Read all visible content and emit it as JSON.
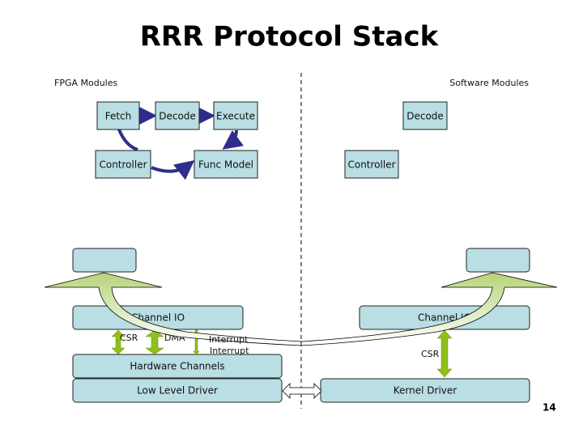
{
  "title": "RRR Protocol Stack",
  "fpga": {
    "heading": "FPGA Modules",
    "fetch": "Fetch",
    "decode": "Decode",
    "execute": "Execute",
    "controller": "Controller",
    "func_model": "Func Model",
    "channel_io": "Channel IO",
    "csr": "CSR",
    "dma": "DMA",
    "interrupt_hidden": "Interrupt",
    "interrupt": "Interrupt",
    "hardware_channels": "Hardware Channels",
    "low_level_driver": "Low Level Driver"
  },
  "software": {
    "heading": "Software Modules",
    "decode": "Decode",
    "controller": "Controller",
    "channel_io": "Channel IO",
    "csr": "CSR",
    "kernel_driver": "Kernel Driver"
  },
  "page_number": "14",
  "colors": {
    "box_fill": "#b9dee3",
    "module_arrow": "#2e2e8a",
    "io_arrow": "#8fbf1a"
  }
}
